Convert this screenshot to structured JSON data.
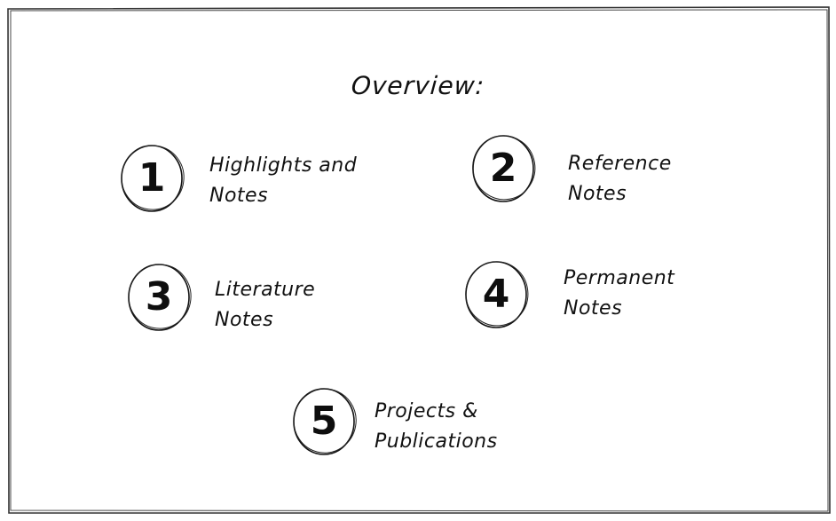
{
  "title": "Overview:",
  "colors": {
    "ink": "#111111",
    "background": "#ffffff"
  },
  "items": [
    {
      "number": "1",
      "line1": "Highlights and",
      "line2": "Notes"
    },
    {
      "number": "2",
      "line1": "Reference",
      "line2": "Notes"
    },
    {
      "number": "3",
      "line1": "Literature",
      "line2": "Notes"
    },
    {
      "number": "4",
      "line1": "Permanent",
      "line2": "Notes"
    },
    {
      "number": "5",
      "line1": "Projects &",
      "line2": "Publications"
    }
  ]
}
